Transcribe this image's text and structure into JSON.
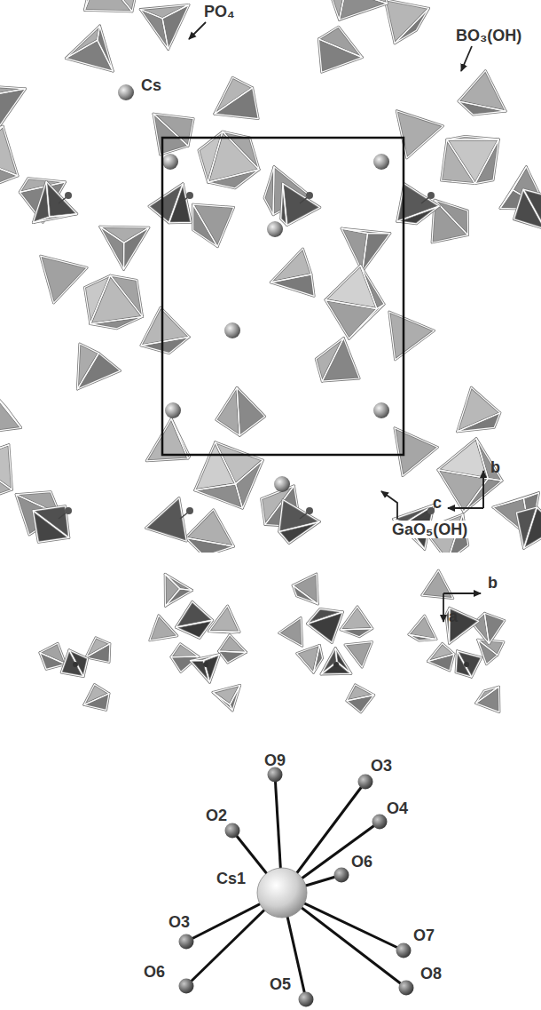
{
  "diagram": {
    "labels": [
      "PO₄",
      "Cs",
      "BO₃(OH)",
      "b",
      "c",
      "GaO₅(OH)",
      "b",
      "a",
      "O9",
      "O3",
      "O2",
      "O4",
      "Cs1",
      "O6",
      "O3",
      "O7",
      "O8",
      "O6",
      "O5"
    ]
  }
}
